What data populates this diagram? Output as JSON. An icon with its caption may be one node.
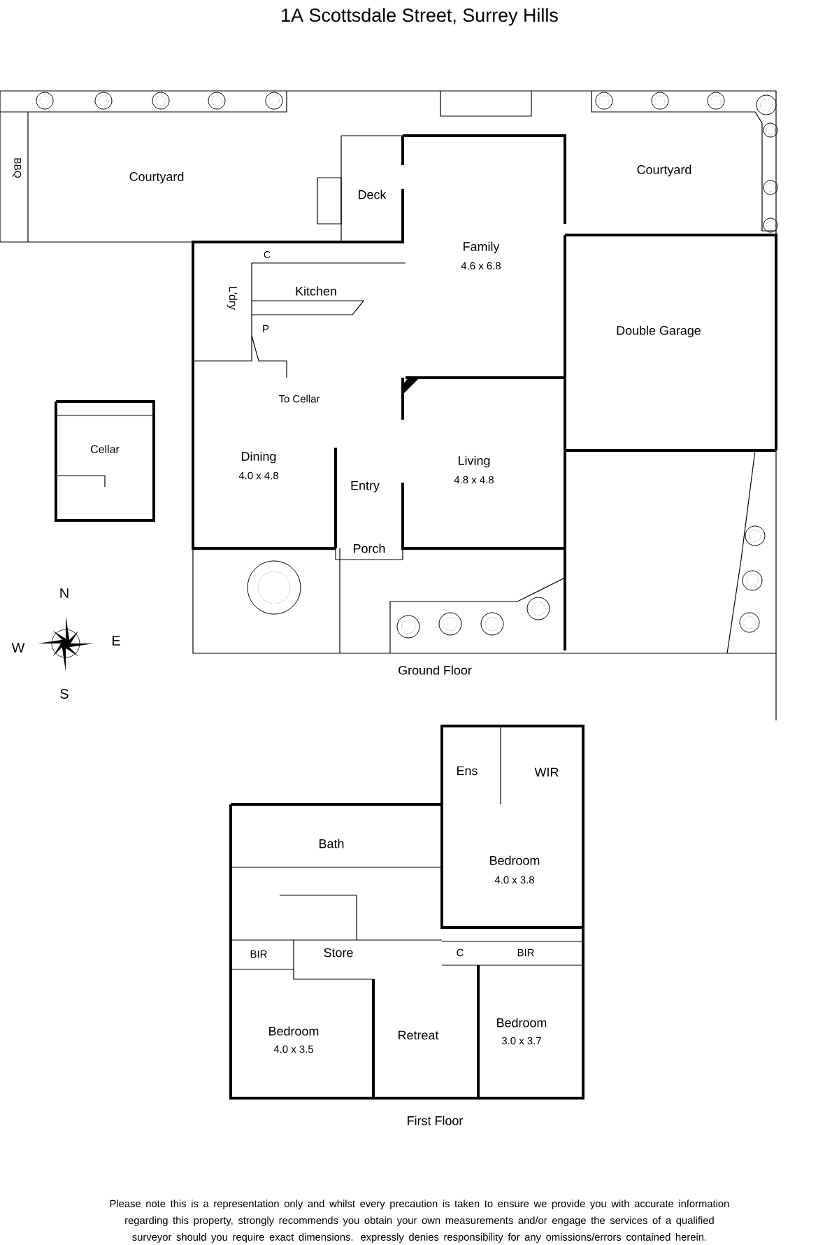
{
  "diagram": {
    "title": "1A Scottsdale Street, Surrey Hills",
    "labels": [
      "Courtyard",
      "BBQ",
      "Deck",
      "Courtyard",
      "C",
      "Family",
      "4.6 x 6.8",
      "L'dry",
      "Kitchen",
      "P",
      "Double Garage",
      "To Cellar",
      "Cellar",
      "Dining",
      "4.0 x 4.8",
      "Living",
      "4.8 x 4.8",
      "Entry",
      "Porch",
      "N",
      "W",
      "E",
      "S",
      "Ground Floor",
      "Ens",
      "WIR",
      "Bath",
      "Bedroom",
      "4.0 x 3.8",
      "BIR",
      "Store",
      "C",
      "BIR",
      "Bedroom",
      "4.0 x 3.5",
      "Retreat",
      "Bedroom",
      "3.0 x 3.7",
      "First Floor",
      "Please note this is a representation only and whilst every precaution is taken to ensure we provide you with accurate information regarding this property, strongly recommends you obtain your own measurements and/or engage the services of a qualified surveyor should you require exact dimensions. expressly denies responsibility for any omissions/errors contained herein."
    ]
  }
}
